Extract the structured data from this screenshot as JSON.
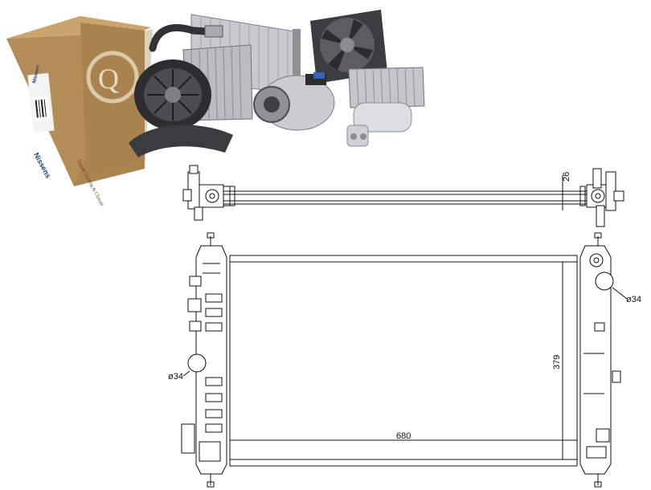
{
  "package": {
    "brand_front": "Nissens",
    "brand_side": "Nissens",
    "tagline": "Engine Cooling & Climate"
  },
  "drawing": {
    "thickness_label": "26",
    "outlet_diameter_label": "ø34",
    "inlet_diameter_label": "ø34",
    "height_label": "379",
    "width_label": "680"
  },
  "colors": {
    "cardboard": "#b08a55",
    "cardboard_dark": "#8e6c3d",
    "metal": "#9a9ea3",
    "line": "#111111"
  }
}
